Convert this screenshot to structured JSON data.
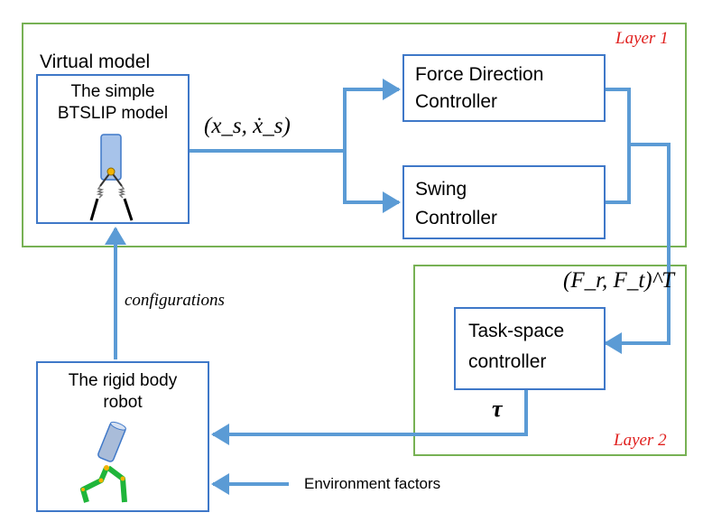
{
  "layers": {
    "layer1_label": "Layer 1",
    "layer2_label": "Layer 2"
  },
  "virtual_model": {
    "title": "Virtual model",
    "box_line1": "The simple",
    "box_line2": "BTSLIP model"
  },
  "force_direction_controller": {
    "line1": "Force Direction",
    "line2": "Controller"
  },
  "swing_controller": {
    "line1": "Swing",
    "line2": "Controller"
  },
  "task_space_controller": {
    "line1": "Task-space",
    "line2": "controller"
  },
  "rigid_body_robot": {
    "line1": "The rigid body",
    "line2": "robot"
  },
  "signals": {
    "state": "(x_s, ẋ_s)",
    "force": "(F_r, F_t)^T",
    "torque": "τ",
    "configurations": "configurations",
    "environment": "Environment factors"
  },
  "colors": {
    "arrow": "#5b9bd5",
    "box_border": "#3f78c8",
    "layer_border": "#77b154",
    "layer_label": "#e0201e",
    "robot_limb": "#1fb53a"
  }
}
